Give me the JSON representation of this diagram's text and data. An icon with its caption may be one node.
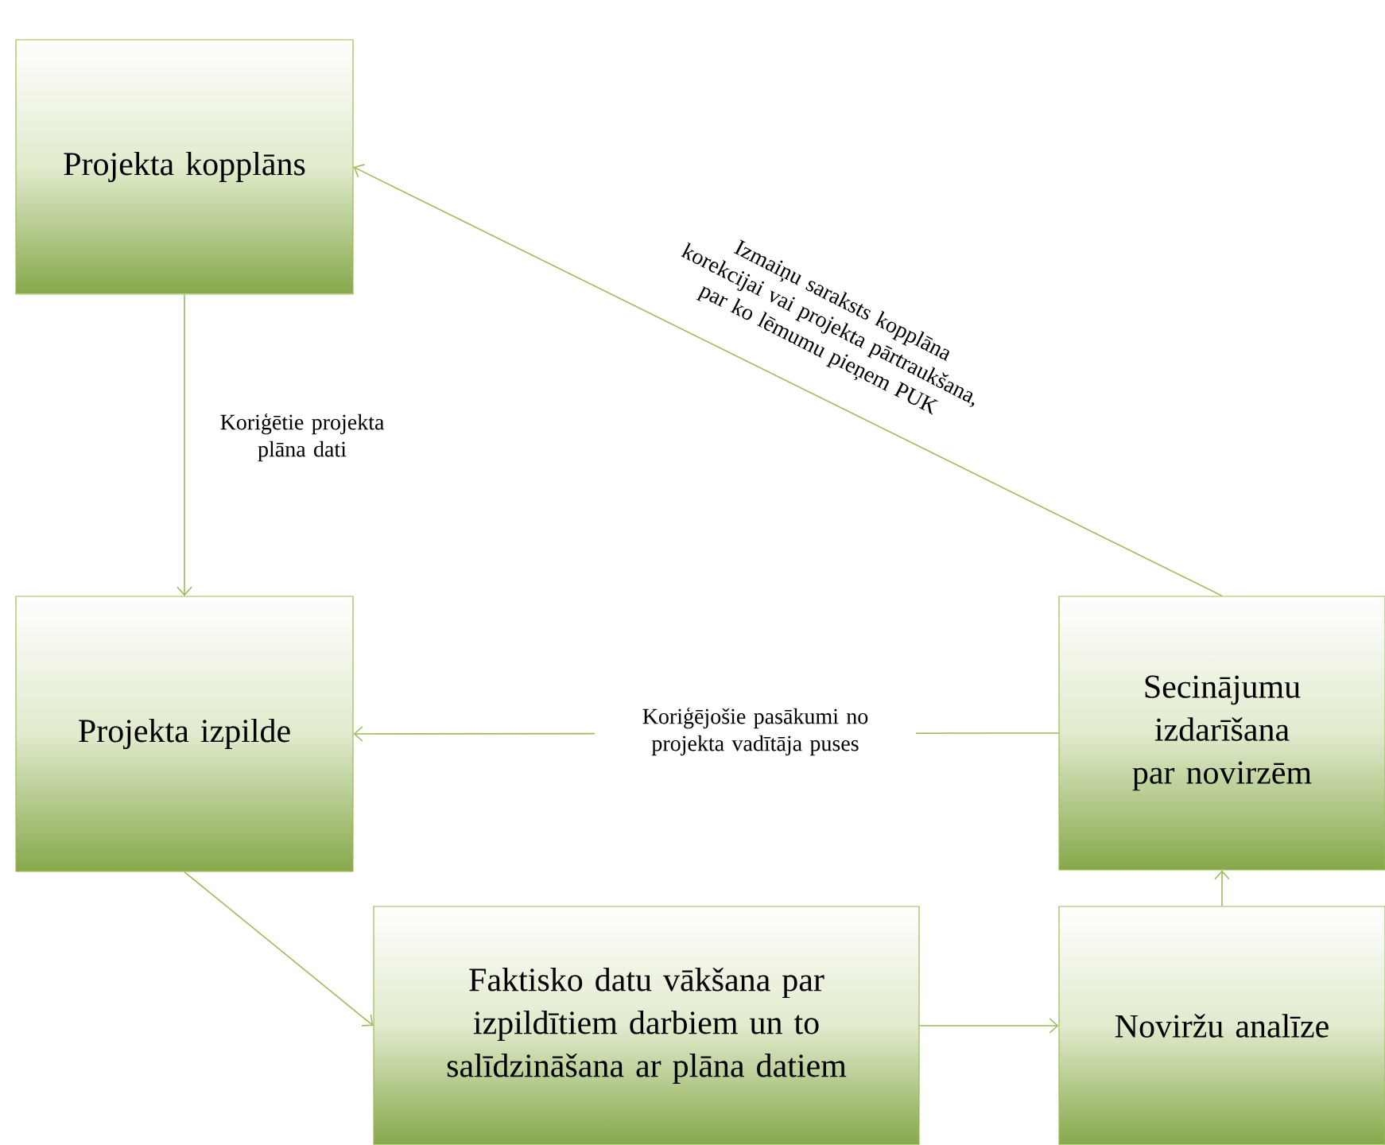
{
  "diagram": {
    "nodes": [
      {
        "text": [
          "Projekta kopplāns"
        ]
      },
      {
        "text": [
          "Projekta izpilde"
        ]
      },
      {
        "text": [
          "Secinājumu izdarīšana par novirzēm"
        ]
      },
      {
        "text": [
          "Faktisko datu vākšana par izpildītiem darbiem un to salīdzināšana ar plāna datiem"
        ]
      },
      {
        "text": [
          "Noviržu analīze"
        ]
      }
    ],
    "edges": [
      {
        "from": 0,
        "to": 1,
        "arrow": "to",
        "label": "Koriģētie projekta plāna dati"
      },
      {
        "from": 2,
        "to": 0,
        "arrow": "to",
        "label": "Izmaiņu saraksts kopplāna korekcijai vai projekta pārtraukšana, par ko lēmumu pieņem PUK"
      },
      {
        "from": 2,
        "to": 1,
        "arrow": "to",
        "label": "Koriģējošie pasākumi no projekta vadītāja puses"
      },
      {
        "from": 1,
        "to": 3,
        "arrow": "to"
      },
      {
        "from": 3,
        "to": 4,
        "arrow": "to"
      },
      {
        "from": 4,
        "to": 2,
        "arrow": "to"
      }
    ]
  }
}
